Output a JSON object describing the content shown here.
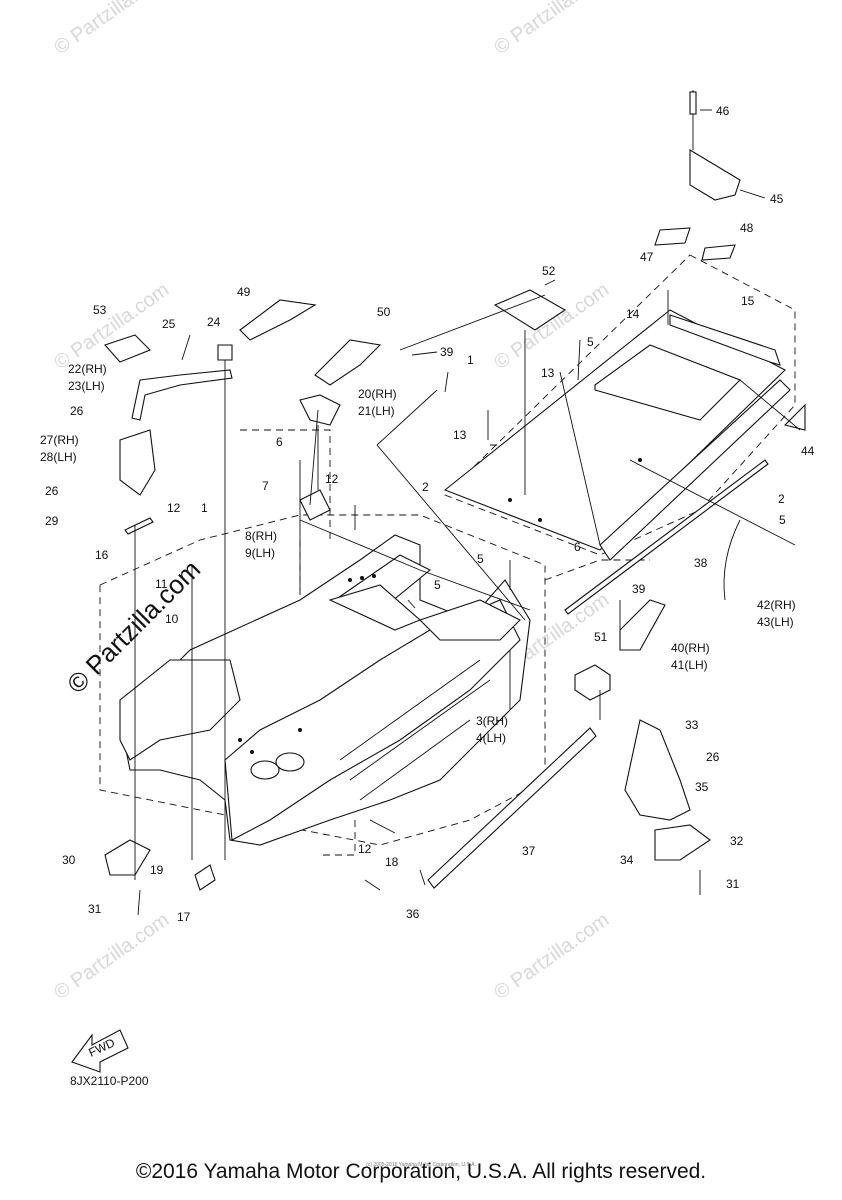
{
  "diagram": {
    "code": "8JX2110-P200",
    "copyright": "©2016 Yamaha Motor Corporation, U.S.A. All rights reserved.",
    "tiny_text": "(c) 2005-2016 Yamaha Motor Corporation, U.S.A.",
    "watermark": "© Partzilla.com",
    "fwd_label": "FWD",
    "callouts": [
      "46",
      "45",
      "47",
      "48",
      "52",
      "14",
      "15",
      "49",
      "50",
      "39",
      "1",
      "13",
      "5",
      "53",
      "25",
      "24",
      "22(RH)",
      "23(LH)",
      "20(RH)",
      "21(LH)",
      "26",
      "6",
      "44",
      "27(RH)",
      "28(LH)",
      "7",
      "12",
      "2",
      "26",
      "8(RH)",
      "9(LH)",
      "29",
      "12",
      "1",
      "2",
      "5",
      "16",
      "5",
      "6",
      "38",
      "11",
      "5",
      "39",
      "42(RH)",
      "43(LH)",
      "10",
      "51",
      "40(RH)",
      "41(LH)",
      "3(RH)",
      "4(LH)",
      "33",
      "26",
      "35",
      "37",
      "32",
      "30",
      "12",
      "34",
      "19",
      "18",
      "31",
      "31",
      "17",
      "36"
    ]
  }
}
